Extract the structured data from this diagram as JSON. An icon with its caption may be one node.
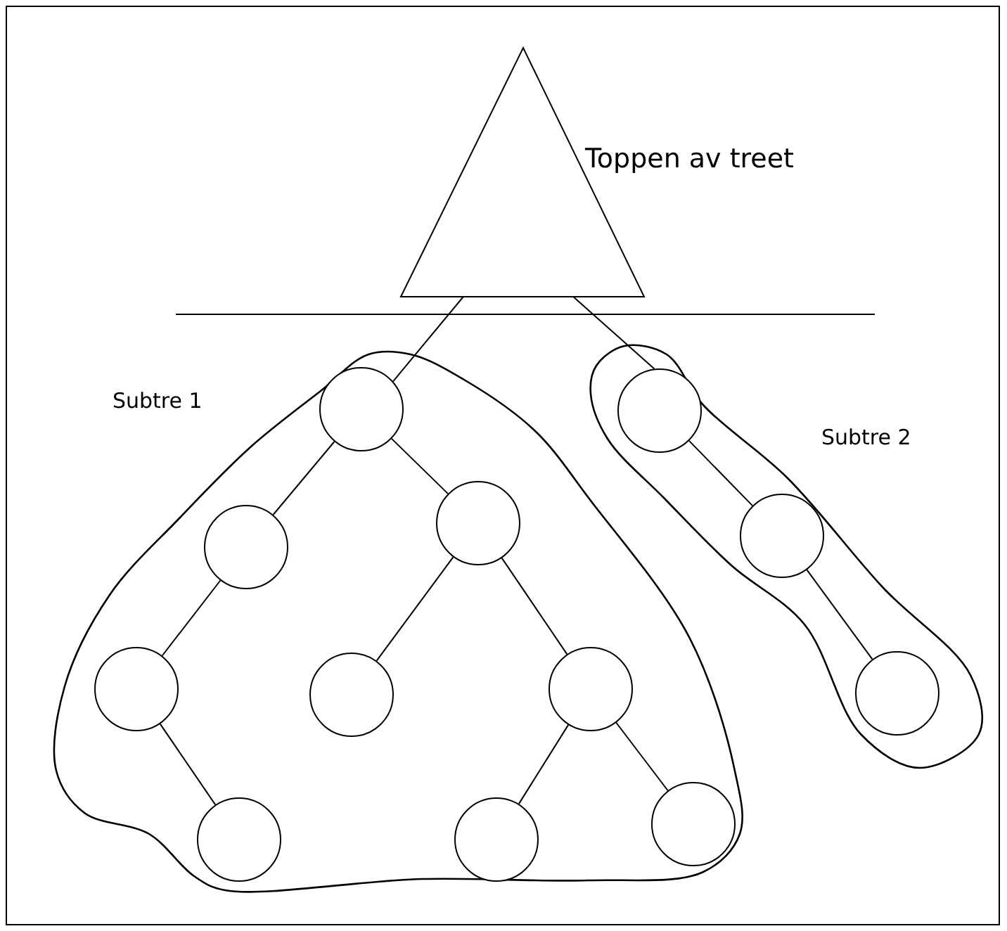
{
  "diagram": {
    "nodes": [
      {
        "text": [
          "Toppen av treet"
        ]
      },
      {
        "text": [
          "Subtre 1"
        ]
      },
      {
        "text": [],
        "shape": "circle",
        "in": 1
      },
      {
        "text": [],
        "shape": "circle",
        "in": 1
      },
      {
        "text": [],
        "shape": "circle",
        "in": 1
      },
      {
        "text": [],
        "shape": "circle",
        "in": 1
      },
      {
        "text": [],
        "shape": "circle",
        "in": 1
      },
      {
        "text": [],
        "shape": "circle",
        "in": 1
      },
      {
        "text": [],
        "shape": "circle",
        "in": 1
      },
      {
        "text": [],
        "shape": "circle",
        "in": 1
      },
      {
        "text": [],
        "shape": "circle",
        "in": 1
      },
      {
        "text": [
          "Subtre 2"
        ]
      },
      {
        "text": [],
        "shape": "circle",
        "in": 11
      },
      {
        "text": [],
        "shape": "circle",
        "in": 11
      },
      {
        "text": [],
        "shape": "circle",
        "in": 11
      }
    ],
    "edges": [
      {
        "from": 0,
        "to": 2,
        "arrow": "none"
      },
      {
        "from": 0,
        "to": 12,
        "arrow": "none"
      },
      {
        "from": 2,
        "to": 3,
        "arrow": "none"
      },
      {
        "from": 2,
        "to": 4,
        "arrow": "none"
      },
      {
        "from": 3,
        "to": 5,
        "arrow": "none"
      },
      {
        "from": 4,
        "to": 6,
        "arrow": "none"
      },
      {
        "from": 4,
        "to": 7,
        "arrow": "none"
      },
      {
        "from": 5,
        "to": 8,
        "arrow": "none"
      },
      {
        "from": 7,
        "to": 9,
        "arrow": "none"
      },
      {
        "from": 7,
        "to": 10,
        "arrow": "none"
      },
      {
        "from": 12,
        "to": 13,
        "arrow": "none"
      },
      {
        "from": 13,
        "to": 14,
        "arrow": "none"
      }
    ]
  }
}
